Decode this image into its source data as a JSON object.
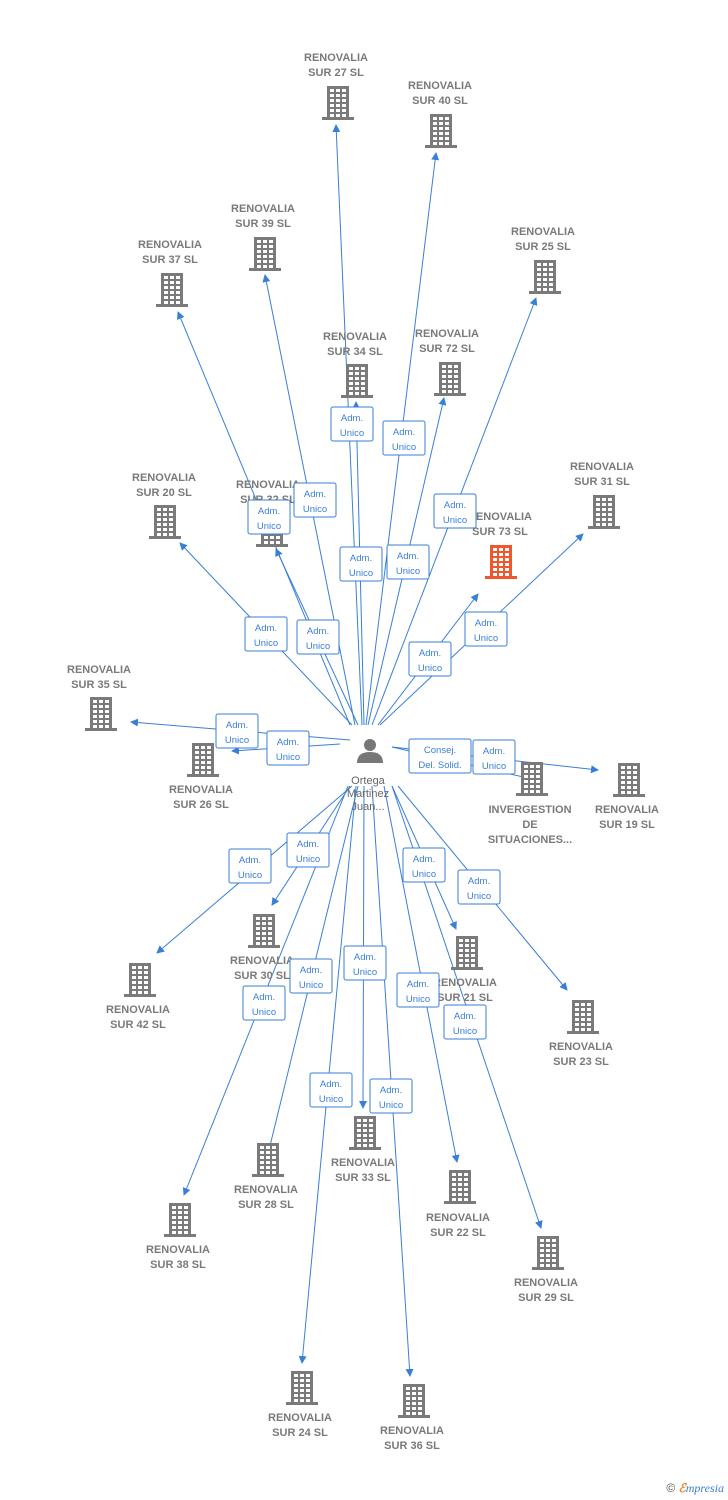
{
  "center": {
    "label": [
      "Ortega",
      "Martinez",
      "Juan..."
    ],
    "icon": "person-icon"
  },
  "colors": {
    "edge": "#3a7fd6",
    "company": "#7a7a7a",
    "highlight": "#f0572e"
  },
  "nodes": [
    {
      "id": "sur27",
      "label": [
        "RENOVALIA",
        "SUR 27  SL"
      ],
      "role": [
        "Adm.",
        "Unico"
      ]
    },
    {
      "id": "sur40",
      "label": [
        "RENOVALIA",
        "SUR 40  SL"
      ],
      "role": [
        "Adm.",
        "Unico"
      ]
    },
    {
      "id": "sur39",
      "label": [
        "RENOVALIA",
        "SUR 39  SL"
      ],
      "role": [
        "Adm.",
        "Unico"
      ]
    },
    {
      "id": "sur37",
      "label": [
        "RENOVALIA",
        "SUR 37  SL"
      ],
      "role": [
        "Adm.",
        "Unico"
      ]
    },
    {
      "id": "sur25",
      "label": [
        "RENOVALIA",
        "SUR 25  SL"
      ],
      "role": [
        "Adm.",
        "Unico"
      ]
    },
    {
      "id": "sur34",
      "label": [
        "RENOVALIA",
        "SUR 34  SL"
      ],
      "role": [
        "Adm.",
        "Unico"
      ]
    },
    {
      "id": "sur72",
      "label": [
        "RENOVALIA",
        "SUR 72  SL"
      ],
      "role": [
        "Adm.",
        "Unico"
      ]
    },
    {
      "id": "sur20",
      "label": [
        "RENOVALIA",
        "SUR 20  SL"
      ],
      "role": [
        "Adm.",
        "Unico"
      ]
    },
    {
      "id": "sur32",
      "label": [
        "RENOVALIA",
        "SUR 32  SL"
      ],
      "role": [
        "Adm.",
        "Unico"
      ]
    },
    {
      "id": "sur73",
      "label": [
        "RENOVALIA",
        "SUR 73  SL"
      ],
      "role": [
        "Adm.",
        "Unico"
      ],
      "highlight": true
    },
    {
      "id": "sur31",
      "label": [
        "RENOVALIA",
        "SUR 31  SL"
      ],
      "role": [
        "Adm.",
        "Unico"
      ]
    },
    {
      "id": "sur35",
      "label": [
        "RENOVALIA",
        "SUR 35  SL"
      ],
      "role": [
        "Adm.",
        "Unico"
      ]
    },
    {
      "id": "sur26",
      "label": [
        "RENOVALIA",
        "SUR 26  SL"
      ],
      "role": [
        "Adm.",
        "Unico"
      ]
    },
    {
      "id": "inverg",
      "label": [
        "INVERGESTION",
        "DE",
        "SITUACIONES..."
      ],
      "role": [
        "Consej.",
        "Del. Solid."
      ]
    },
    {
      "id": "sur19",
      "label": [
        "RENOVALIA",
        "SUR 19  SL"
      ],
      "role": [
        "Adm.",
        "Unico"
      ]
    },
    {
      "id": "sur42",
      "label": [
        "RENOVALIA",
        "SUR 42  SL"
      ],
      "role": [
        "Adm.",
        "Unico"
      ]
    },
    {
      "id": "sur30",
      "label": [
        "RENOVALIA",
        "SUR 30  SL"
      ],
      "role": [
        "Adm.",
        "Unico"
      ]
    },
    {
      "id": "sur21",
      "label": [
        "RENOVALIA",
        "SUR 21  SL"
      ],
      "role": [
        "Adm.",
        "Unico"
      ]
    },
    {
      "id": "sur23",
      "label": [
        "RENOVALIA",
        "SUR 23  SL"
      ],
      "role": [
        "Adm.",
        "Unico"
      ]
    },
    {
      "id": "sur28",
      "label": [
        "RENOVALIA",
        "SUR 28  SL"
      ],
      "role": [
        "Adm.",
        "Unico"
      ]
    },
    {
      "id": "sur33",
      "label": [
        "RENOVALIA",
        "SUR 33  SL"
      ],
      "role": [
        "Adm.",
        "Unico"
      ]
    },
    {
      "id": "sur22",
      "label": [
        "RENOVALIA",
        "SUR 22  SL"
      ],
      "role": [
        "Adm.",
        "Unico"
      ]
    },
    {
      "id": "sur38",
      "label": [
        "RENOVALIA",
        "SUR 38  SL"
      ],
      "role": [
        "Adm.",
        "Unico"
      ]
    },
    {
      "id": "sur29",
      "label": [
        "RENOVALIA",
        "SUR 29  SL"
      ],
      "role": [
        "Adm.",
        "Unico"
      ]
    },
    {
      "id": "sur24",
      "label": [
        "RENOVALIA",
        "SUR 24  SL"
      ],
      "role": [
        "Adm.",
        "Unico"
      ]
    },
    {
      "id": "sur36",
      "label": [
        "RENOVALIA",
        "SUR 36  SL"
      ],
      "role": [
        "Adm.",
        "Unico"
      ]
    }
  ],
  "footer": {
    "copyright": "©",
    "brand_first": "ℰ",
    "brand_rest": "mpresia"
  }
}
